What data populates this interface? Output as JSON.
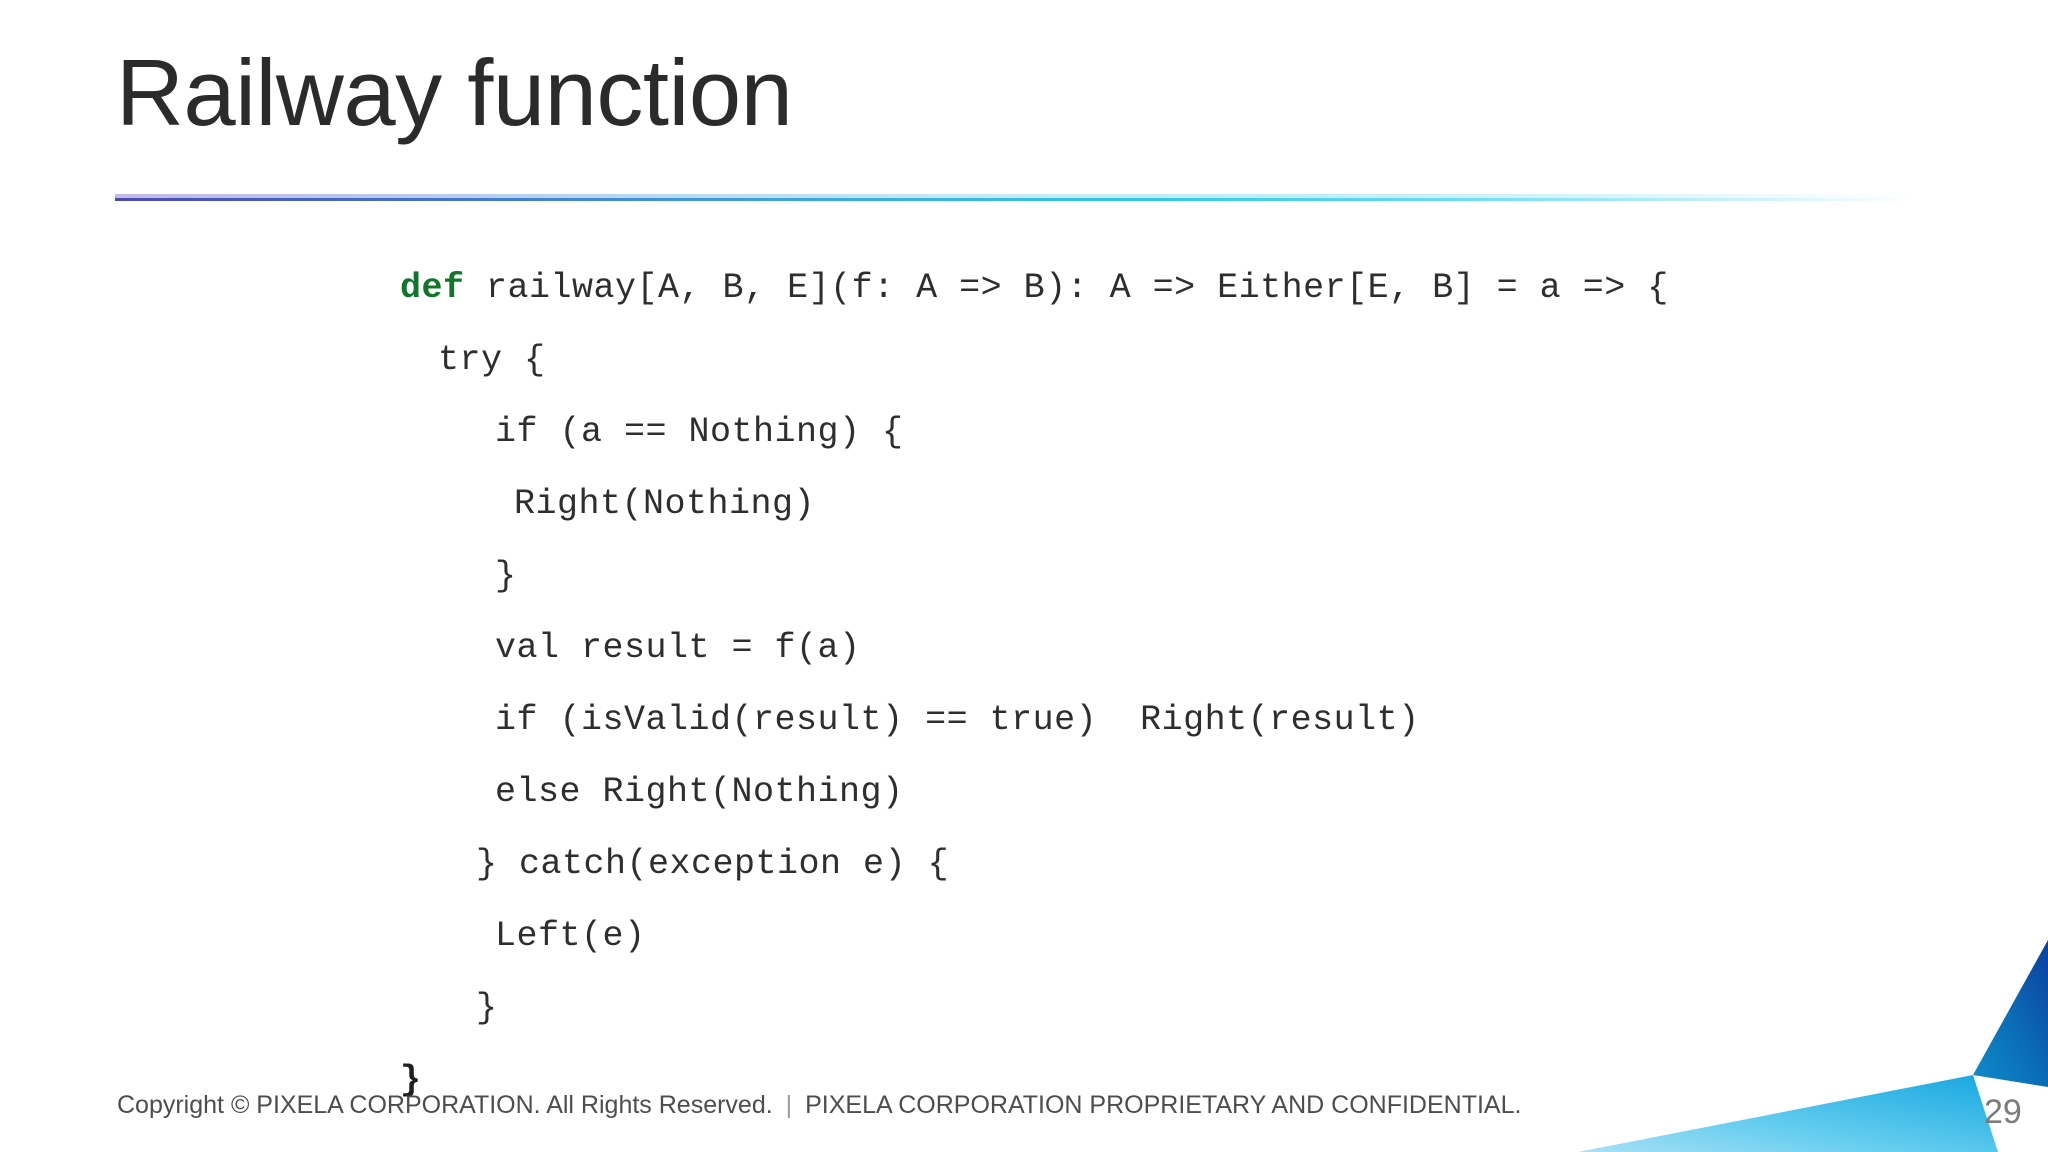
{
  "slide": {
    "title": "Railway function",
    "page_number": "29",
    "background_color": "#ffffff",
    "title_color": "#2b2b2b"
  },
  "divider": {
    "name": "title-gradient-rule",
    "gradient_from": "#4a49b5",
    "gradient_mid": "#36b4e2",
    "gradient_to": "#ffffff"
  },
  "code": {
    "language": "scala",
    "keyword_color": "#11762a",
    "text_color": "#2e2e2e",
    "lines": [
      {
        "indent": 0,
        "keyword": "def",
        "text": " railway[A, B, E](f: A => B): A => Either[E, B] = a => {",
        "bold": false
      },
      {
        "indent": 2,
        "keyword": "",
        "text": "try {",
        "bold": false
      },
      {
        "indent": 5,
        "keyword": "",
        "text": "if (a == Nothing) {",
        "bold": false
      },
      {
        "indent": 6,
        "keyword": "",
        "text": "Right(Nothing)",
        "bold": false
      },
      {
        "indent": 5,
        "keyword": "",
        "text": "}",
        "bold": false
      },
      {
        "indent": 5,
        "keyword": "",
        "text": "val result = f(a)",
        "bold": false
      },
      {
        "indent": 5,
        "keyword": "",
        "text": "if (isValid(result) == true)  Right(result)",
        "bold": false
      },
      {
        "indent": 5,
        "keyword": "",
        "text": "else Right(Nothing)",
        "bold": false
      },
      {
        "indent": 4,
        "keyword": "",
        "text": "} catch(exception e) {",
        "bold": false
      },
      {
        "indent": 5,
        "keyword": "",
        "text": "Left(e)",
        "bold": false
      },
      {
        "indent": 4,
        "keyword": "",
        "text": "}",
        "bold": false
      },
      {
        "indent": 0,
        "keyword": "",
        "text": "}",
        "bold": true
      }
    ]
  },
  "footer": {
    "copyright": "Copyright © PIXELA CORPORATION. All Rights Reserved.",
    "separator": "|",
    "confidential": "PIXELA CORPORATION PROPRIETARY AND CONFIDENTIAL."
  },
  "decoration": {
    "name": "corner-triangles",
    "dark_blue": "#0d5fae",
    "mid_blue": "#1b7fc4",
    "light_cyan": "#2fb8e8",
    "pale_cyan": "#8fd9f2"
  }
}
